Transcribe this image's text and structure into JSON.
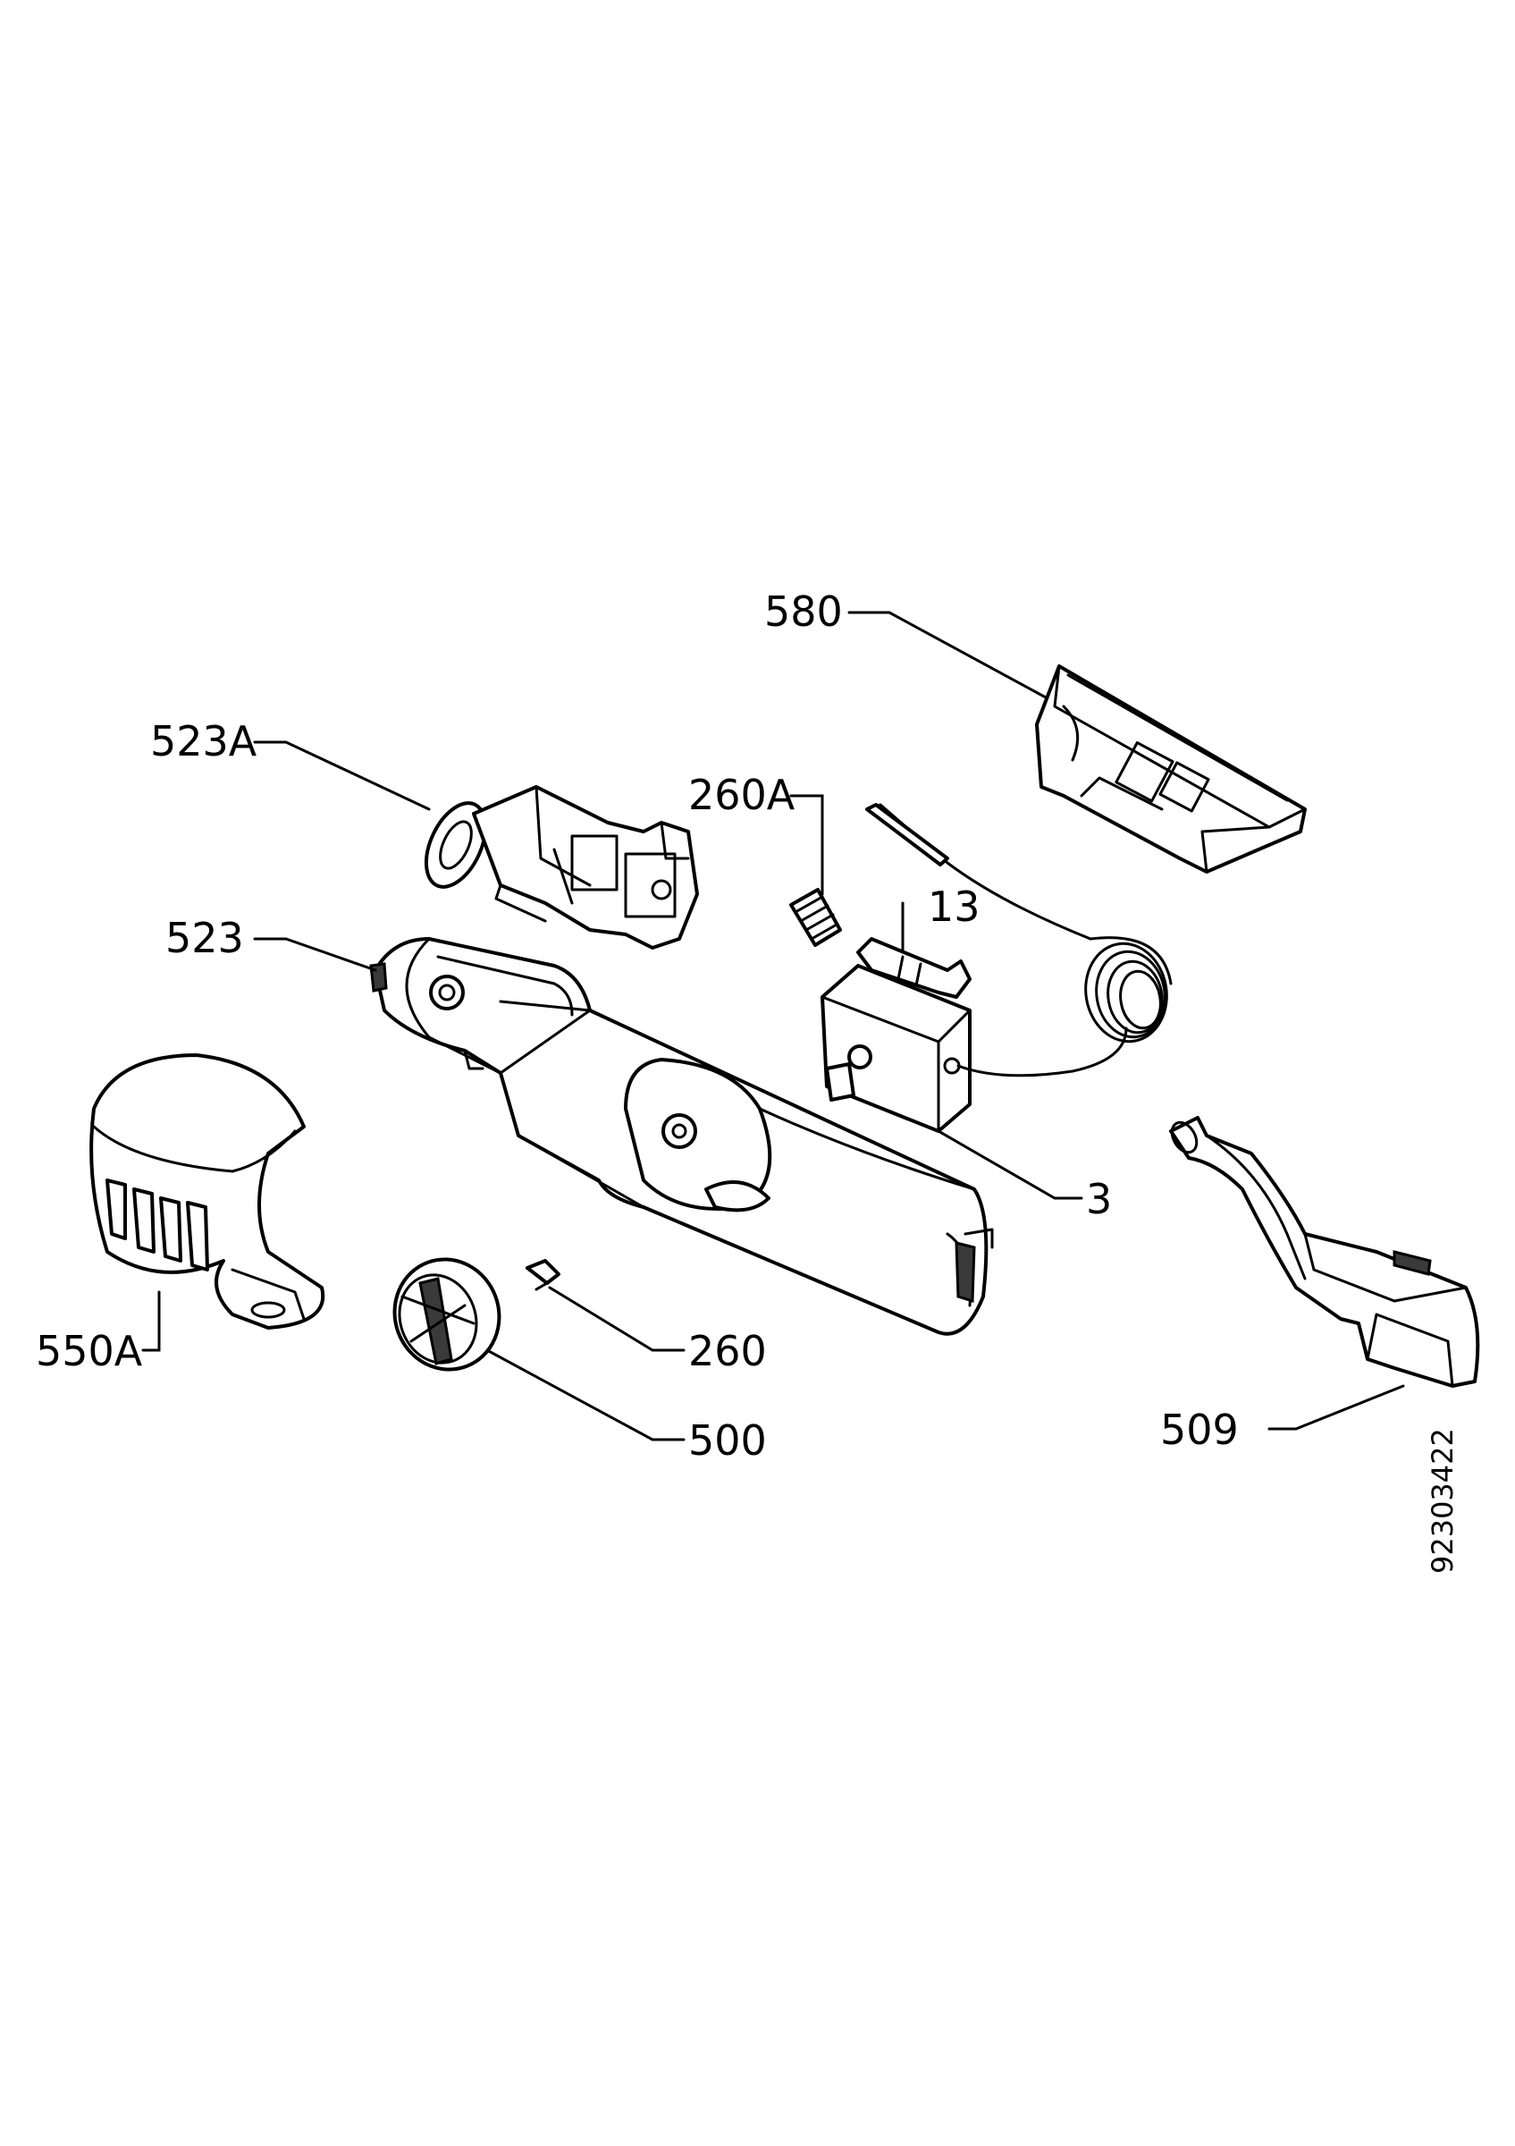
{
  "callouts": {
    "c580": "580",
    "c523a": "523A",
    "c260a": "260A",
    "c13": "13",
    "c523": "523",
    "c3": "3",
    "c550a": "550A",
    "c260": "260",
    "c500": "500",
    "c509": "509"
  },
  "document_number": "92303422"
}
